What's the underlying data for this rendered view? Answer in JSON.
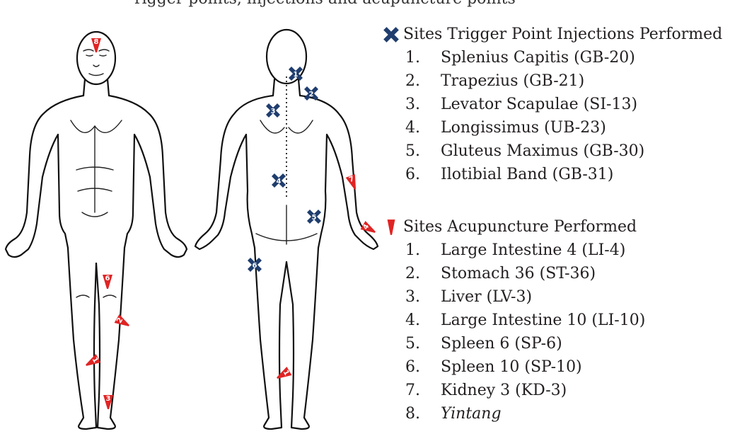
{
  "caption_fragment": "rigger points, injections and acupuncture points",
  "legend": {
    "trigger_points": {
      "title": "Sites Trigger Point Injections Performed",
      "color": "#1f3d6e",
      "items": [
        {
          "n": "1.",
          "label": "Splenius Capitis (GB-20)"
        },
        {
          "n": "2.",
          "label": "Trapezius (GB-21)"
        },
        {
          "n": "3.",
          "label": "Levator Scapulae (SI-13)"
        },
        {
          "n": "4.",
          "label": "Longissimus (UB-23)"
        },
        {
          "n": "5.",
          "label": "Gluteus Maximus (GB-30)"
        },
        {
          "n": "6.",
          "label": "Ilotibial Band (GB-31)"
        }
      ]
    },
    "acupuncture": {
      "title": "Sites Acupuncture Performed",
      "color": "#e02424",
      "items": [
        {
          "n": "1.",
          "label": "Large Intestine 4 (LI-4)"
        },
        {
          "n": "2.",
          "label": "Stomach 36 (ST-36)"
        },
        {
          "n": "3.",
          "label": "Liver (LV-3)"
        },
        {
          "n": "4.",
          "label": "Large Intestine 10 (LI-10)"
        },
        {
          "n": "5.",
          "label": "Spleen 6 (SP-6)"
        },
        {
          "n": "6.",
          "label": "Spleen 10 (SP-10)"
        },
        {
          "n": "7.",
          "label": "Kidney 3 (KD-3)"
        },
        {
          "n": "8.",
          "label": "Yintang"
        }
      ]
    }
  },
  "markers": {
    "trigger": [
      "1",
      "2",
      "3",
      "4",
      "5",
      "6"
    ],
    "acupuncture_front": [
      "8",
      "6",
      "2",
      "1",
      "3"
    ],
    "acupuncture_back": [
      "7",
      "4",
      "1"
    ]
  }
}
